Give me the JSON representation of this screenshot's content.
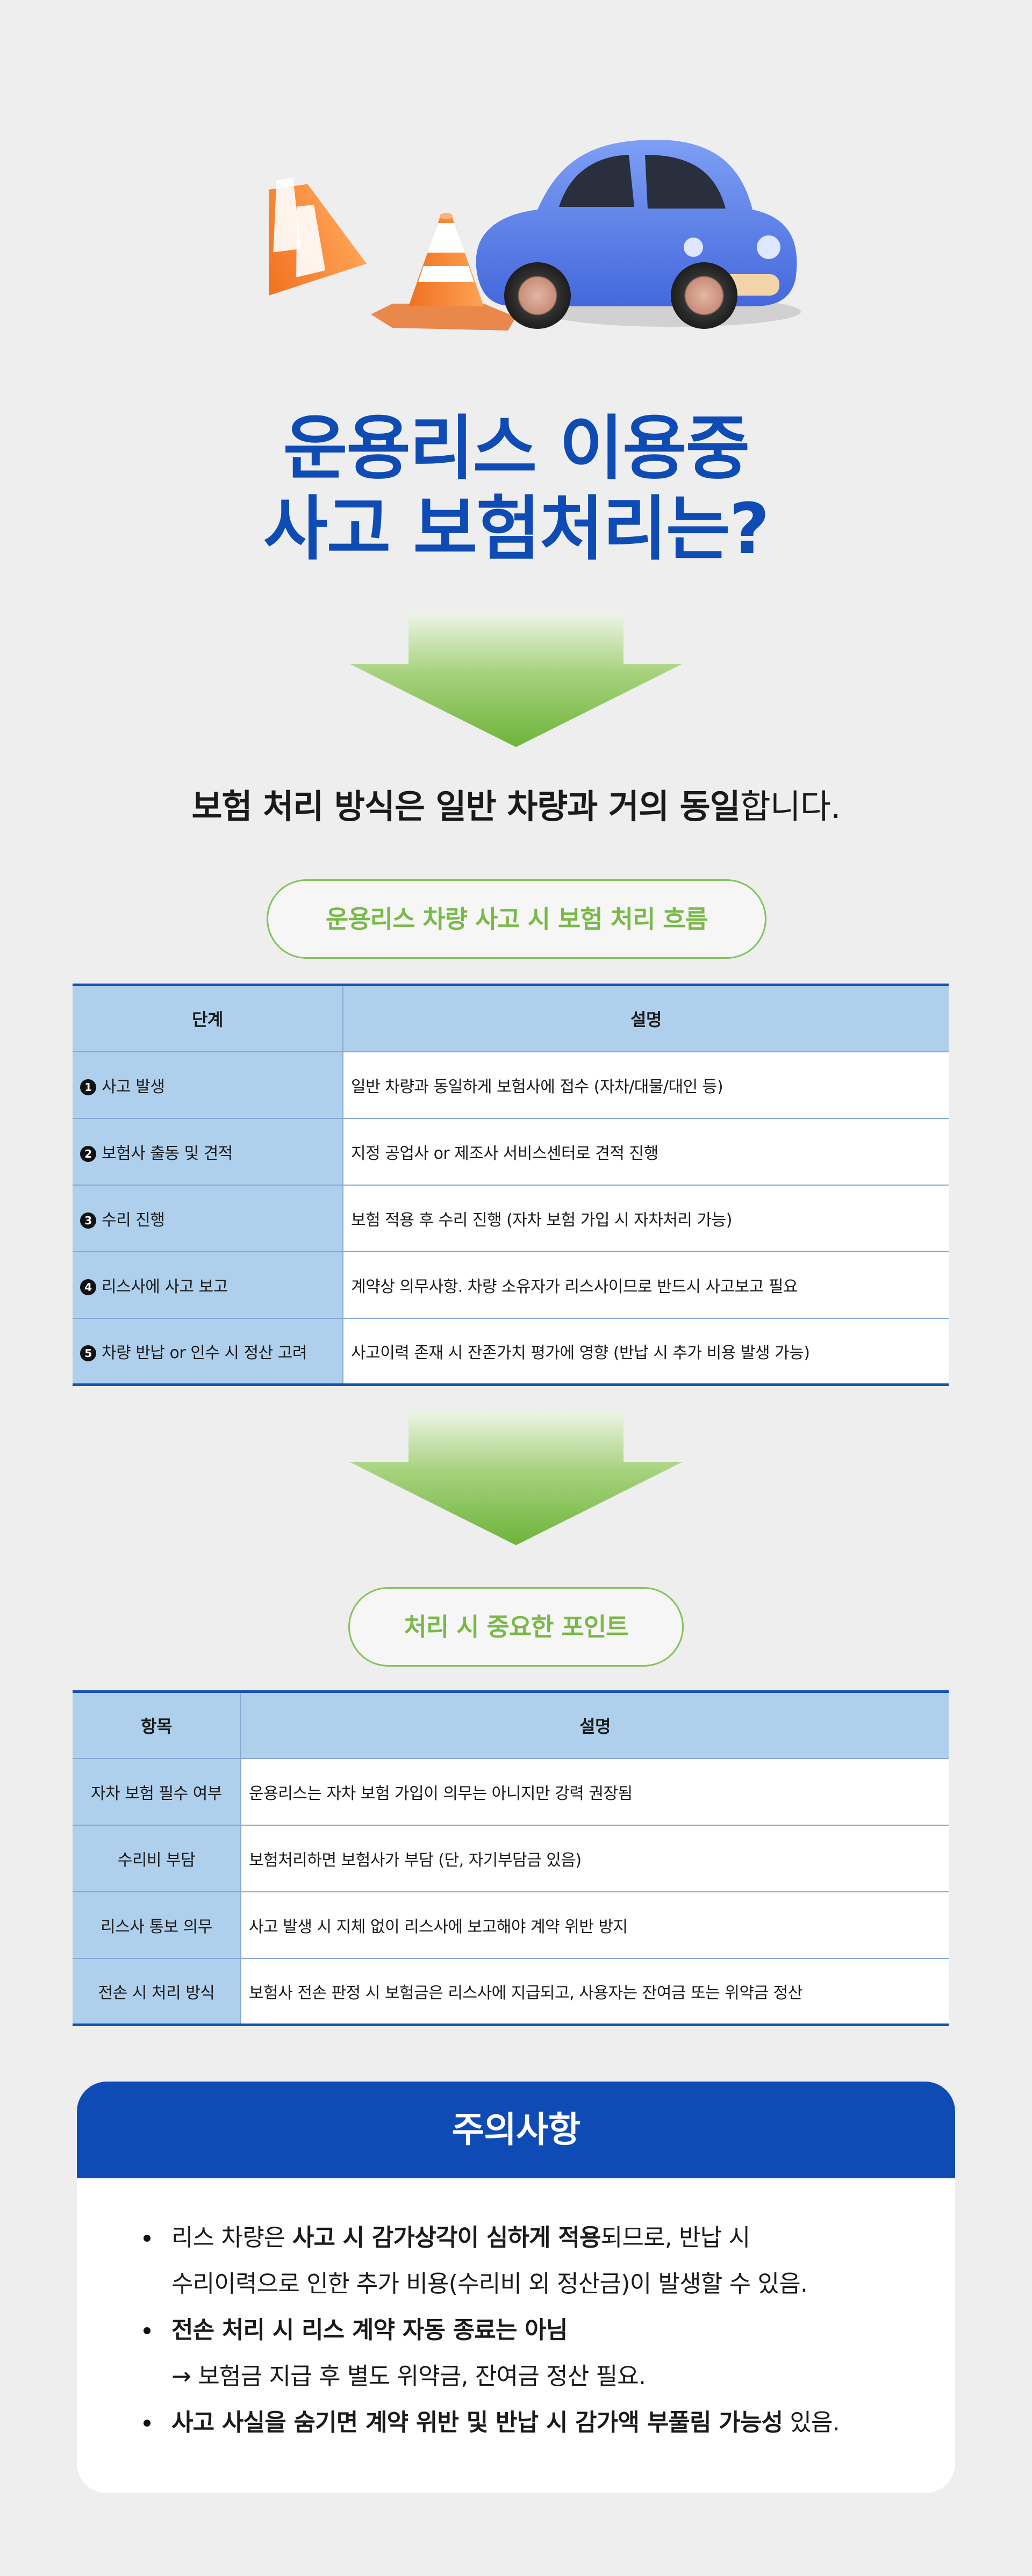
{
  "title_lines": [
    "운용리스 이용중",
    "사고 보험처리는?"
  ],
  "lead": {
    "bold": "보험 처리 방식은 일반 차량과 거의 동일",
    "rest": "합니다."
  },
  "flow_section": {
    "pill": "운용리스 차량 사고 시 보험 처리 흐름",
    "headers": [
      "단계",
      "설명"
    ],
    "rows": [
      {
        "num": "1",
        "step": "사고 발생",
        "desc": "일반 차량과 동일하게 보험사에 접수 (자차/대물/대인 등)"
      },
      {
        "num": "2",
        "step": "보험사 출동 및 견적",
        "desc": "지정 공업사 or 제조사 서비스센터로 견적 진행"
      },
      {
        "num": "3",
        "step": "수리 진행",
        "desc": "보험 적용 후 수리 진행 (자차 보험 가입 시 자차처리 가능)"
      },
      {
        "num": "4",
        "step": "리스사에 사고 보고",
        "desc": "계약상 의무사항. 차량 소유자가 리스사이므로 반드시 사고보고 필요"
      },
      {
        "num": "5",
        "step": "차량 반납 or 인수 시 정산 고려",
        "desc": "사고이력 존재 시 잔존가치 평가에 영향 (반납 시 추가 비용 발생 가능)"
      }
    ]
  },
  "points_section": {
    "pill": "처리 시 중요한 포인트",
    "headers": [
      "항목",
      "설명"
    ],
    "rows": [
      {
        "item": "자차 보험 필수 여부",
        "desc": "운용리스는 자차 보험 가입이 의무는 아니지만 강력 권장됨"
      },
      {
        "item": "수리비 부담",
        "desc": "보험처리하면 보험사가 부담 (단, 자기부담금 있음)"
      },
      {
        "item": "리스사 통보 의무",
        "desc": "사고 발생 시 지체 없이 리스사에 보고해야 계약 위반 방지"
      },
      {
        "item": "전손 시 처리 방식",
        "desc": "보험사 전손 판정 시 보험금은 리스사에 지급되고, 사용자는 잔여금 또는 위약금 정산"
      }
    ]
  },
  "caution": {
    "title": "주의사항",
    "item1": {
      "pre": "리스 차량은 ",
      "bold": "사고 시 감가상각이 심하게 적용",
      "post": "되므로, 반납 시"
    },
    "item1_cont": "수리이력으로 인한 추가 비용(수리비 외 정산금)이 발생할 수 있음.",
    "item2_bold": "전손 처리 시 리스 계약 자동 종료는 아님",
    "item2_sub": "→ 보험금 지급 후 별도 위약금, 잔여금 정산 필요.",
    "item3": {
      "bold": "사고 사실을 숨기면 계약 위반 및 반납 시 감가액 부풀림 가능성",
      "post": " 있음."
    }
  },
  "colors": {
    "headline_blue": "#0f4bb4",
    "table_header": "#afd0ec",
    "accent_green": "#79b947",
    "page_bg": "#eeeeee"
  }
}
